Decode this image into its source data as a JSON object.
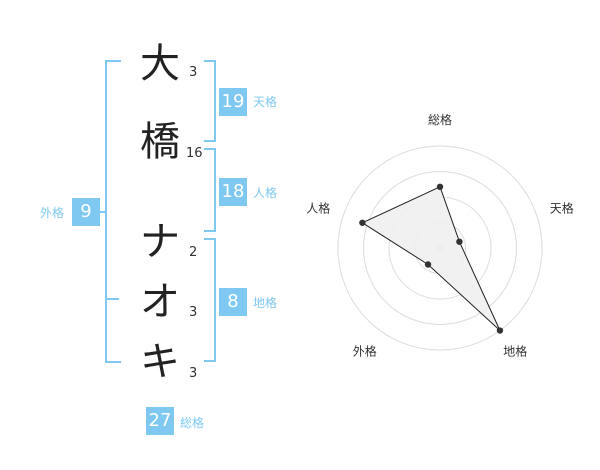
{
  "name_chars": [
    {
      "char": "大",
      "strokes": "3"
    },
    {
      "char": "橋",
      "strokes": "16"
    },
    {
      "char": "ナ",
      "strokes": "2"
    },
    {
      "char": "オ",
      "strokes": "3"
    },
    {
      "char": "キ",
      "strokes": "3"
    }
  ],
  "fortunes": {
    "tenkaku": {
      "value": "19",
      "label": "天格"
    },
    "jinkaku": {
      "value": "18",
      "label": "人格"
    },
    "chikaku": {
      "value": "8",
      "label": "地格"
    },
    "gaikaku": {
      "value": "9",
      "label": "外格"
    },
    "soukaku": {
      "value": "27",
      "label": "総格"
    }
  },
  "chart_data": {
    "type": "radar",
    "axes": [
      "総格",
      "天格",
      "地格",
      "外格",
      "人格"
    ],
    "values": [
      3,
      1,
      5,
      1,
      4
    ],
    "scale_max": 5,
    "rings": 4,
    "colors": {
      "fill": "#efefef",
      "line": "#222222",
      "ring": "#dddddd",
      "point": "#333333"
    }
  }
}
